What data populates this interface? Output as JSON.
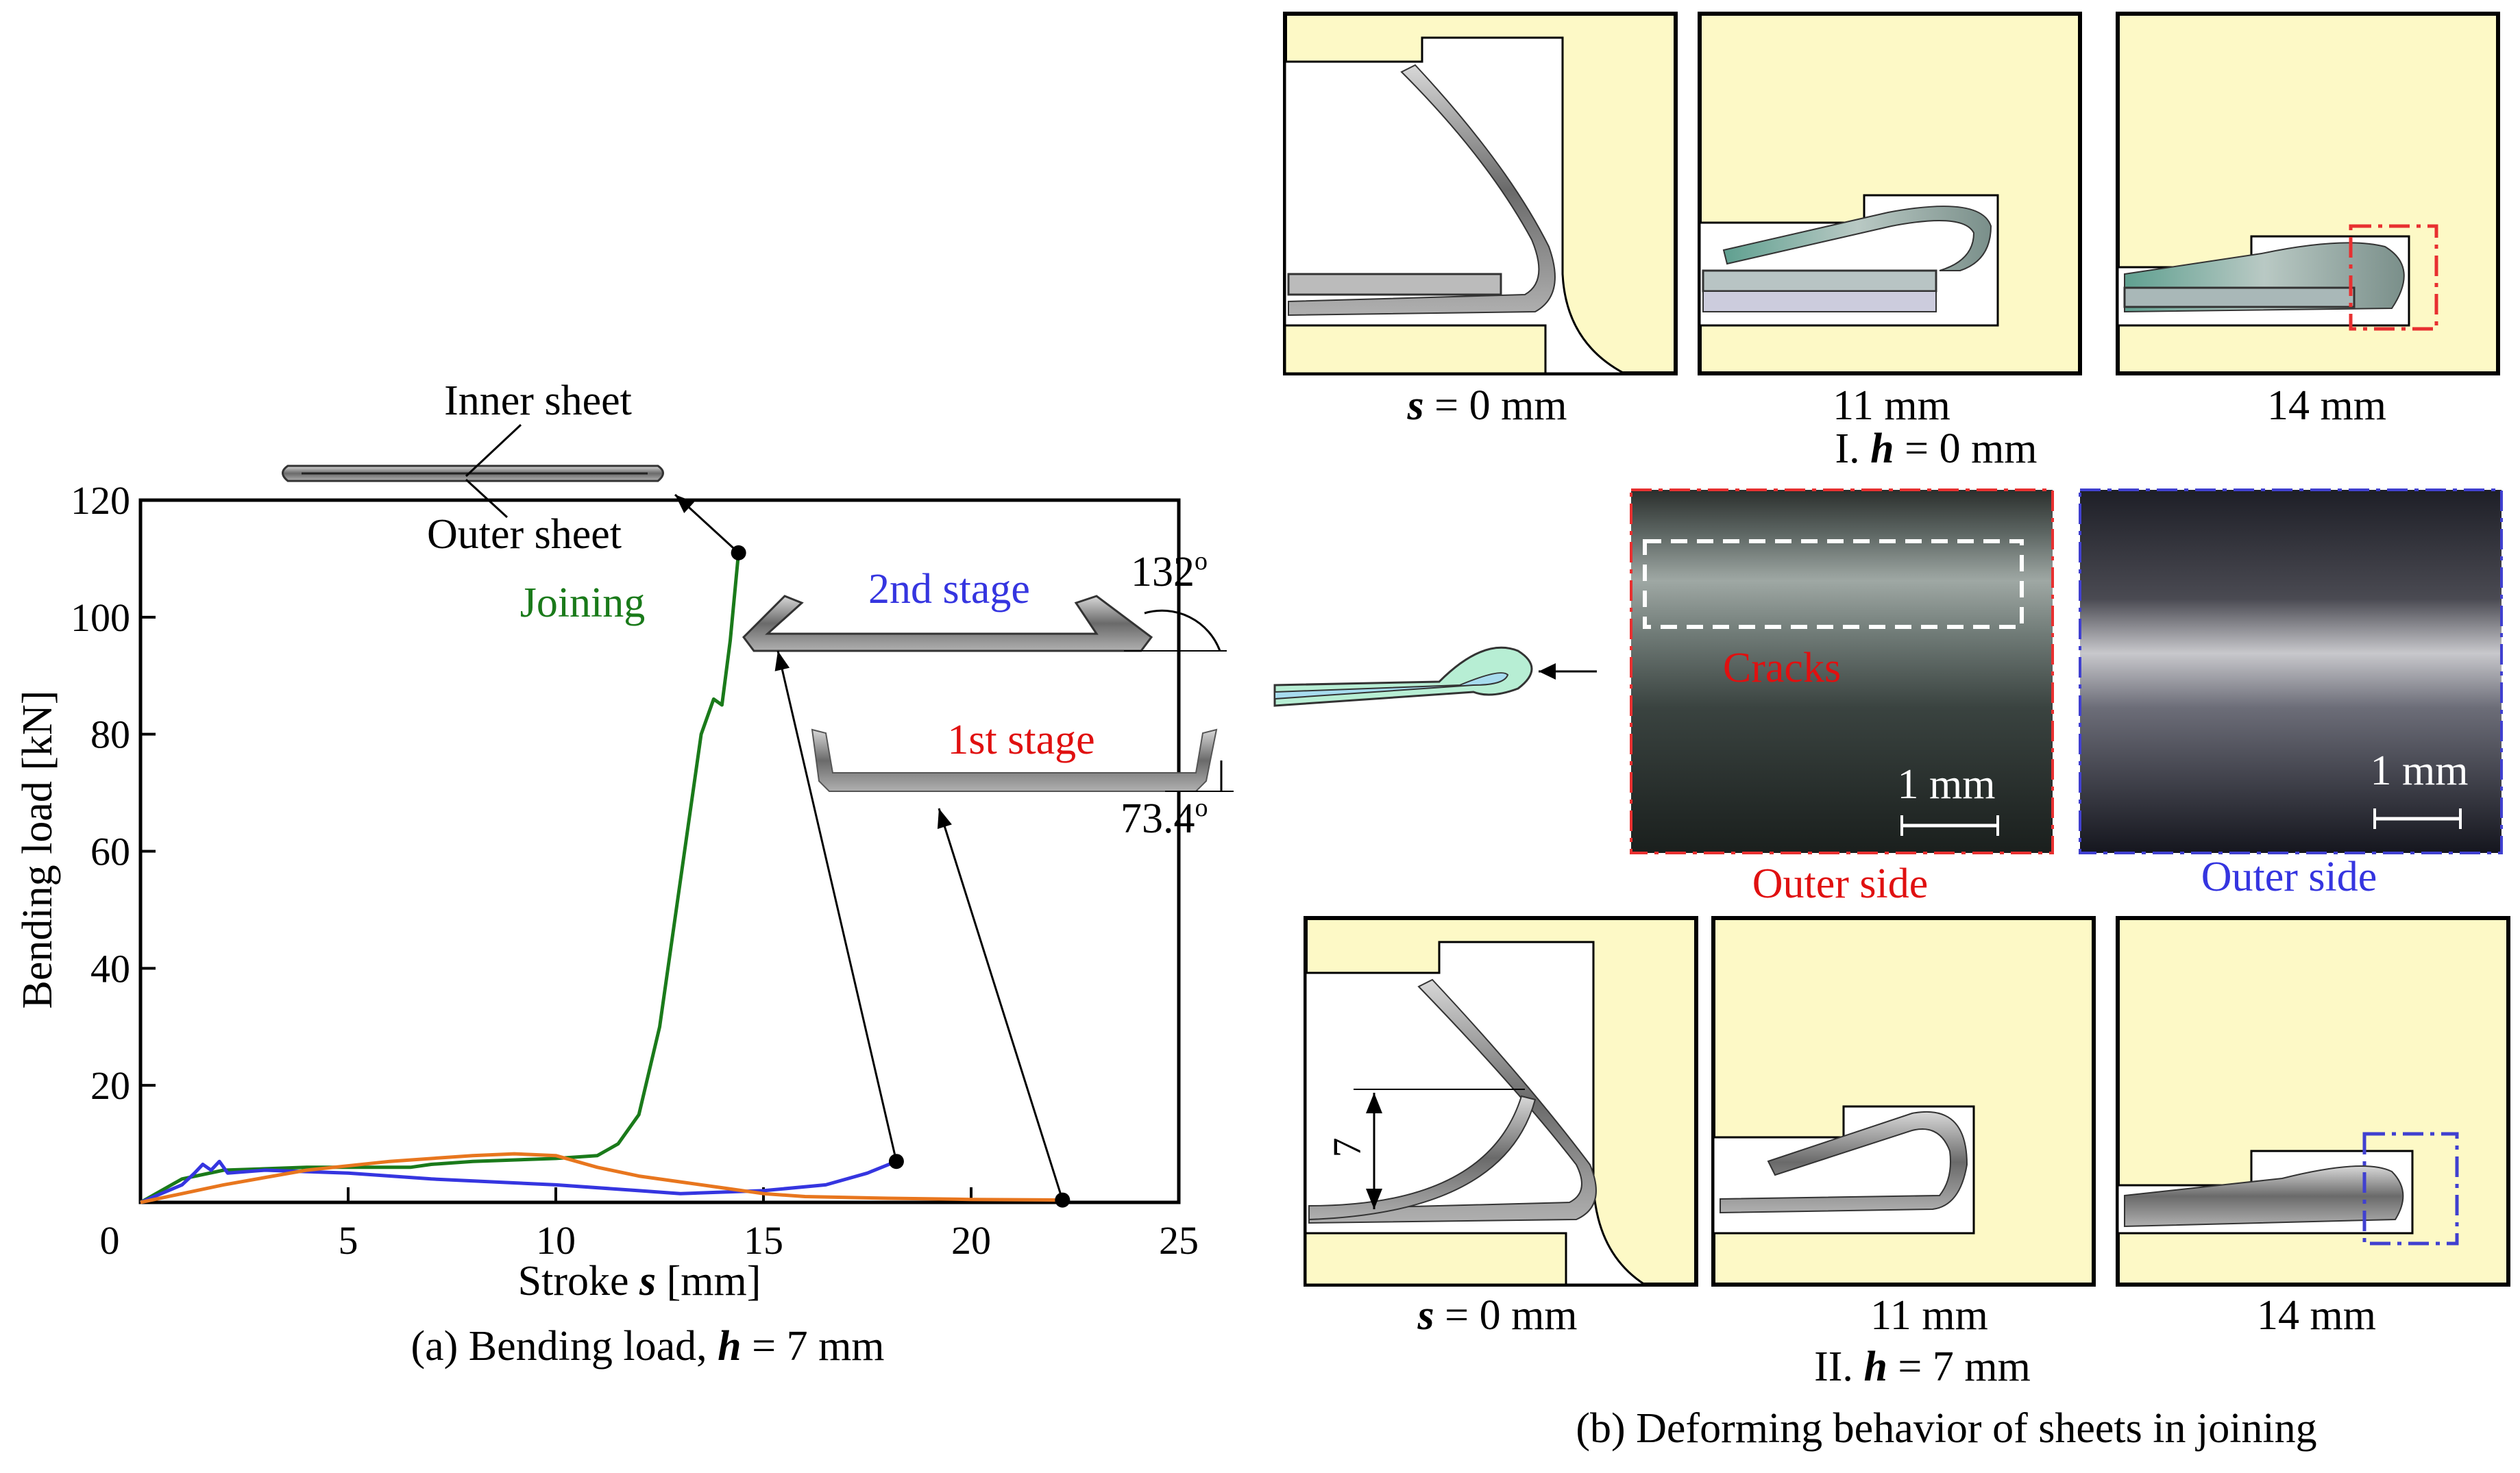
{
  "colors": {
    "panel_fill": "#fdf9c6",
    "joining": "#1a7a1a",
    "stage2": "#3535e0",
    "stage1": "#e8761e",
    "red_label": "#e01010",
    "blue_label": "#3535e0",
    "crack_box": "#e83030",
    "side_box": "#4040d0"
  },
  "chart_data": {
    "type": "line",
    "caption_prefix": "(a) Bending load, ",
    "caption_var": "h",
    "caption_suffix": " = 7 mm",
    "xlabel_prefix": "Stroke ",
    "xlabel_var": "s",
    "xlabel_suffix": " [mm]",
    "ylabel": "Bending load [kN]",
    "xlim": [
      0,
      25
    ],
    "ylim": [
      0,
      120
    ],
    "xticks": [
      "0",
      "5",
      "10",
      "15",
      "20",
      "25"
    ],
    "yticks": [
      "20",
      "40",
      "60",
      "80",
      "100",
      "120"
    ],
    "series": [
      {
        "name": "Joining",
        "color": "#1a7a1a",
        "points": [
          [
            0,
            0
          ],
          [
            1,
            4
          ],
          [
            2,
            5.5
          ],
          [
            4,
            6
          ],
          [
            6.5,
            6
          ],
          [
            7,
            6.5
          ],
          [
            8,
            7
          ],
          [
            10,
            7.5
          ],
          [
            11,
            8
          ],
          [
            11.5,
            10
          ],
          [
            12,
            15
          ],
          [
            12.5,
            30
          ],
          [
            13,
            55
          ],
          [
            13.5,
            80
          ],
          [
            13.8,
            86
          ],
          [
            14,
            85
          ],
          [
            14.2,
            96
          ],
          [
            14.4,
            111
          ]
        ],
        "end": [
          14.4,
          111
        ]
      },
      {
        "name": "2nd stage",
        "color": "#3535e0",
        "points": [
          [
            0,
            0
          ],
          [
            1,
            3
          ],
          [
            1.3,
            5
          ],
          [
            1.5,
            6.5
          ],
          [
            1.7,
            5.5
          ],
          [
            1.9,
            7
          ],
          [
            2.1,
            5
          ],
          [
            3,
            5.5
          ],
          [
            5,
            5
          ],
          [
            7,
            4
          ],
          [
            10,
            3
          ],
          [
            12,
            2
          ],
          [
            13,
            1.5
          ],
          [
            15,
            2
          ],
          [
            16.5,
            3
          ],
          [
            17.5,
            5
          ],
          [
            18.2,
            7
          ]
        ],
        "end": [
          18.2,
          7
        ]
      },
      {
        "name": "1st stage",
        "color": "#e8761e",
        "points": [
          [
            0,
            0
          ],
          [
            2,
            3
          ],
          [
            4,
            5.5
          ],
          [
            6,
            7
          ],
          [
            8,
            8
          ],
          [
            9,
            8.3
          ],
          [
            10,
            8
          ],
          [
            11,
            6
          ],
          [
            12,
            4.5
          ],
          [
            13,
            3.5
          ],
          [
            14,
            2.5
          ],
          [
            15,
            1.5
          ],
          [
            16,
            1
          ],
          [
            18,
            0.7
          ],
          [
            20,
            0.5
          ],
          [
            22.2,
            0.4
          ]
        ],
        "end": [
          22.2,
          0.4
        ]
      }
    ]
  },
  "annotations": {
    "inner_sheet": "Inner sheet",
    "outer_sheet": "Outer sheet",
    "joining": "Joining",
    "stage2": "2nd stage",
    "stage1": "1st stage",
    "angle2": "132",
    "angle1": "73.4",
    "deg": "o"
  },
  "panel_b": {
    "row1_labels": [
      {
        "var": "s",
        "text": " = 0 mm"
      },
      {
        "var": "",
        "text": "11 mm"
      },
      {
        "var": "",
        "text": "14 mm"
      }
    ],
    "row1_caption": {
      "prefix": "I. ",
      "var": "h",
      "suffix": " = 0 mm"
    },
    "row2_labels": [
      {
        "var": "s",
        "text": " = 0 mm"
      },
      {
        "var": "",
        "text": "11 mm"
      },
      {
        "var": "",
        "text": "14 mm"
      }
    ],
    "row2_caption": {
      "prefix": "II. ",
      "var": "h",
      "suffix": " = 7 mm"
    },
    "dim_label": "7",
    "cracks": "Cracks",
    "scale": "1 mm",
    "outer_side": "Outer side",
    "caption": "(b) Deforming behavior of sheets in joining"
  }
}
